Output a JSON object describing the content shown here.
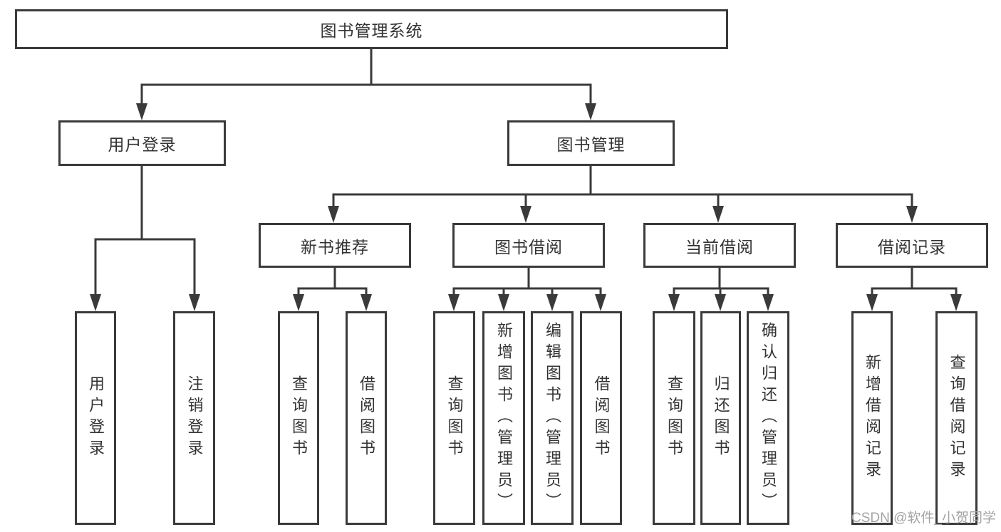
{
  "diagram": {
    "title": "图书管理系统",
    "tree": {
      "root": {
        "label": "图书管理系统"
      },
      "branches": [
        {
          "label": "用户登录",
          "children": [
            {
              "label": "用户登录"
            },
            {
              "label": "注销登录"
            }
          ]
        },
        {
          "label": "图书管理",
          "sections": [
            {
              "label": "新书推荐",
              "children": [
                {
                  "label": "查询图书"
                },
                {
                  "label": "借阅图书"
                }
              ]
            },
            {
              "label": "图书借阅",
              "children": [
                {
                  "label": "查询图书"
                },
                {
                  "label": "新增图书（管理员）"
                },
                {
                  "label": "编辑图书（管理员）"
                },
                {
                  "label": "借阅图书"
                }
              ]
            },
            {
              "label": "当前借阅",
              "children": [
                {
                  "label": "查询图书"
                },
                {
                  "label": "归还图书"
                },
                {
                  "label": "确认归还（管理员）"
                }
              ]
            },
            {
              "label": "借阅记录",
              "children": [
                {
                  "label": "新增借阅记录"
                },
                {
                  "label": "查询借阅记录"
                }
              ]
            }
          ]
        }
      ]
    },
    "colors": {
      "line": "#3a3a3a",
      "box_border": "#3a3a3a",
      "text": "#333333",
      "background": "#ffffff",
      "watermark_text_color": "#a3a3a3"
    }
  },
  "watermark": {
    "text": "CSDN @软件_小贺同学"
  }
}
